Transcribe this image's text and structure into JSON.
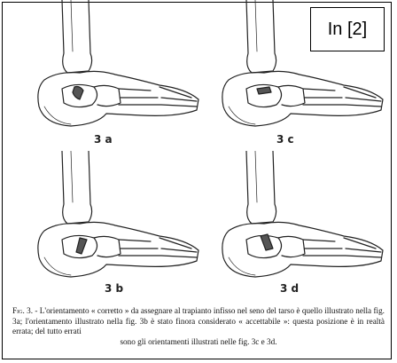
{
  "reference_badge": "In [2]",
  "panels": [
    {
      "id": "3a",
      "label": "3 a"
    },
    {
      "id": "3c",
      "label": "3 c"
    },
    {
      "id": "3b",
      "label": "3 b"
    },
    {
      "id": "3d",
      "label": "3 d"
    }
  ],
  "caption": {
    "lead": "Fig. 3.",
    "body": " - L'orientamento « corretto » da assegnare al trapianto infisso nel seno del tarso è quello illustrato nella fig. 3a; l'orientamento illustrato nella fig. 3b è stato finora considerato « accettabile »: questa posizione è in realtà errata; del tutto errati",
    "tail": "sono gli orientamenti illustrati nelle fig. 3c e 3d."
  }
}
